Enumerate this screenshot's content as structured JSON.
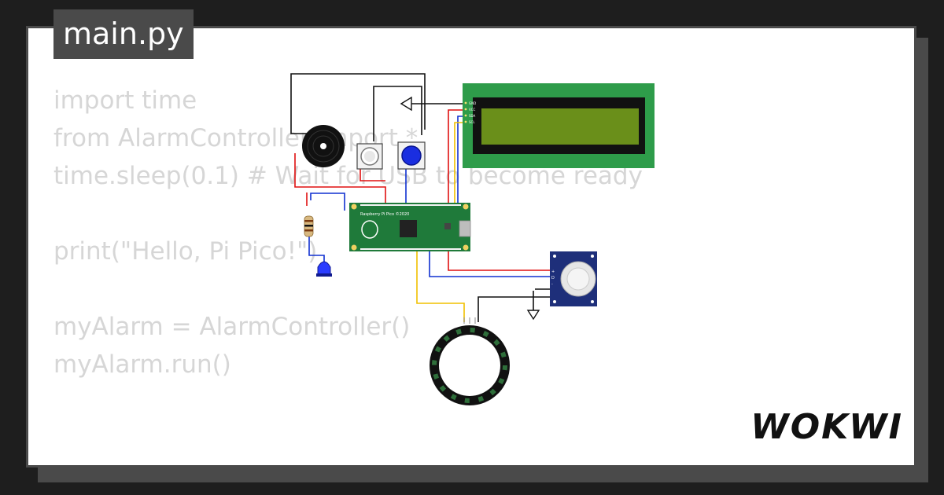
{
  "file_tab": {
    "label": "main.py"
  },
  "code_lines": [
    "import time",
    "from AlarmController import *",
    "time.sleep(0.1) # Wait for USB to become ready",
    "",
    "print(\"Hello, Pi Pico!\")",
    "",
    "myAlarm = AlarmController()",
    "myAlarm.run()"
  ],
  "board": {
    "silk_label": "Raspberry Pi Pico ©2020"
  },
  "lcd": {
    "pins": [
      "GND",
      "VCC",
      "SDA",
      "SCL"
    ]
  },
  "pir": {
    "pins": [
      "+",
      "D",
      "-"
    ]
  },
  "brand": {
    "label": "WOKWI"
  },
  "colors": {
    "wire_red": "#e01010",
    "wire_blue": "#1030d0",
    "wire_black": "#111111",
    "wire_yellow": "#f0c000",
    "board_green": "#1f7a3a",
    "lcd_green": "#2e9c4a",
    "button_blue": "#1a2ee0"
  }
}
